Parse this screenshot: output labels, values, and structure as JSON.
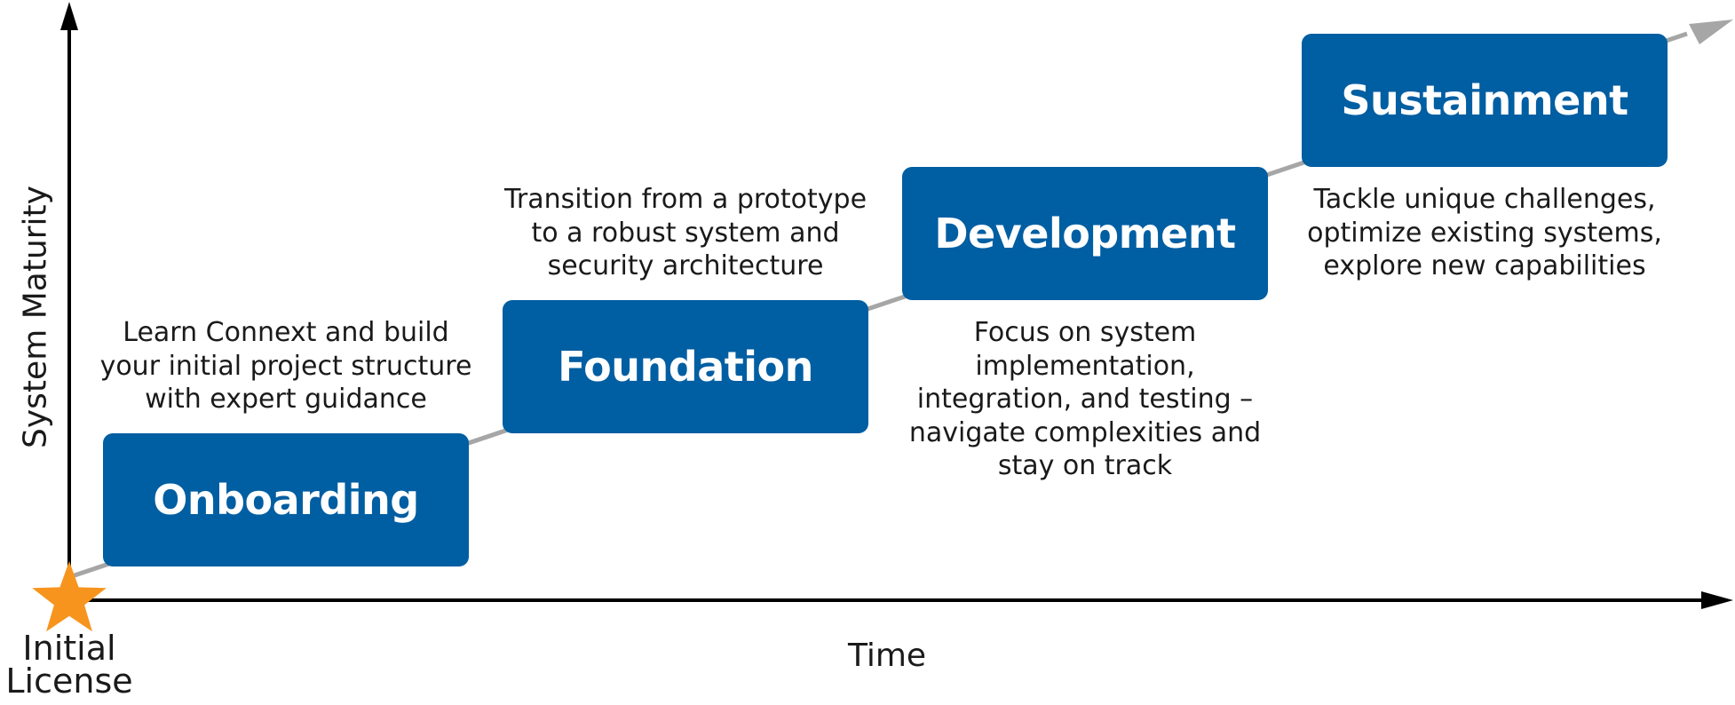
{
  "axes": {
    "y_title": "System Maturity",
    "x_title": "Time",
    "origin_label_line1": "Initial",
    "origin_label_line2": "License"
  },
  "stages": [
    {
      "label": "Onboarding",
      "description": [
        "Learn Connext and build",
        "your initial project structure",
        "with expert guidance"
      ]
    },
    {
      "label": "Foundation",
      "description": [
        "Transition from a prototype",
        "to a robust system and",
        "security architecture"
      ]
    },
    {
      "label": "Development",
      "description": [
        "Focus on system",
        "implementation,",
        "integration, and testing –",
        "navigate complexities and",
        "stay on track"
      ]
    },
    {
      "label": "Sustainment",
      "description": [
        "Tackle unique challenges,",
        "optimize existing systems,",
        "explore new capabilities"
      ]
    }
  ],
  "colors": {
    "stage_fill": "#005ea2",
    "stage_text": "#ffffff",
    "axis": "#000000",
    "trend_line": "#a6a6a6",
    "origin_star": "#f7941d"
  },
  "icons": {
    "origin_marker": "star-icon"
  }
}
